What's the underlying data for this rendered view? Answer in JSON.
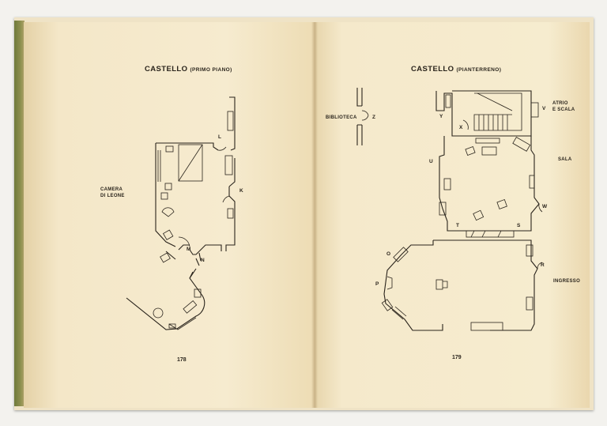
{
  "left_page": {
    "title": "CASTELLO",
    "subtitle": "(PRIMO PIANO)",
    "room_label_line1": "CAMERA",
    "room_label_line2": "DI LEONE",
    "letters": {
      "l": "L",
      "k": "K",
      "m": "M",
      "n": "N"
    },
    "page_number": "178"
  },
  "right_page": {
    "title": "CASTELLO",
    "subtitle": "(PIANTERRENO)",
    "biblioteca": "BIBLIOTECA",
    "atrio_line1": "ATRIO",
    "atrio_line2": "E SCALA",
    "sala": "SALA",
    "ingresso": "INGRESSO",
    "letters": {
      "z": "Z",
      "y": "Y",
      "x": "X",
      "v": "V",
      "u": "U",
      "w": "W",
      "t": "T",
      "s": "S",
      "o": "O",
      "p": "P",
      "r": "R"
    },
    "page_number": "179"
  }
}
